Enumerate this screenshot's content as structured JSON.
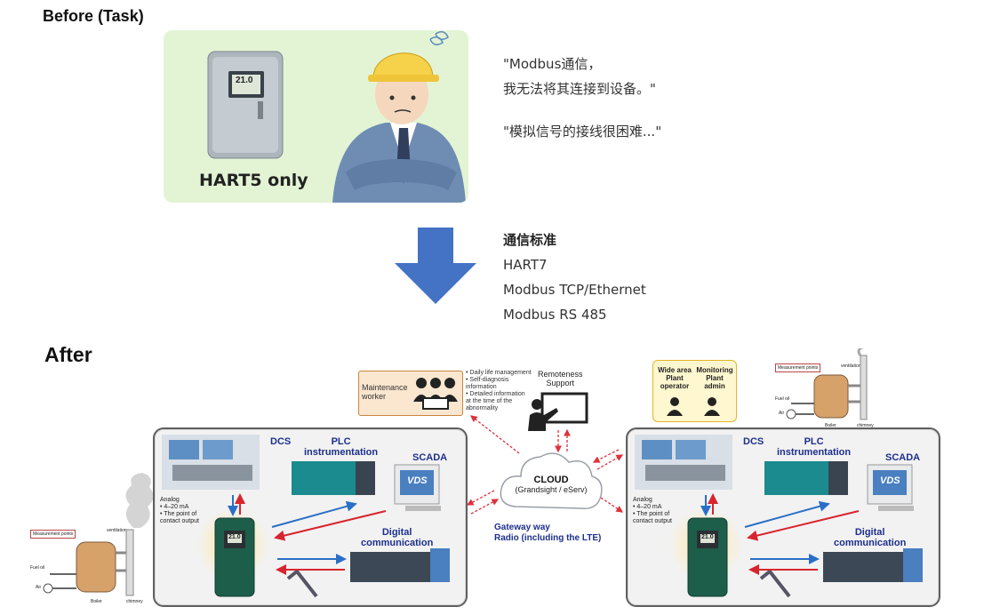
{
  "before": {
    "title": "Before (Task)",
    "device_label": "HART5 only",
    "device_reading": "21.0",
    "quote_line1": "\"Modbus通信，",
    "quote_line2": "我无法将其连接到设备。\"",
    "quote2": "\"模拟信号的接线很困难...\""
  },
  "standards": {
    "heading": "通信标准",
    "items": [
      "HART7",
      "Modbus TCP/Ethernet",
      "Modbus RS 485"
    ]
  },
  "after": {
    "title": "After",
    "maintenance_label": [
      "Maintenance",
      "worker"
    ],
    "maintenance_notes": [
      "• Daily life management",
      "• Self-diagnosis",
      "  information",
      "• Detailed information",
      "  at the time of the",
      "  abnormality"
    ],
    "remote_label": [
      "Remoteness",
      "Support"
    ],
    "cloud_title": "CLOUD",
    "cloud_sub": "(Grandsight / eServ)",
    "gateway_line1": "Gateway way",
    "gateway_line2": "Radio (including the LTE)",
    "operator_labels": [
      [
        "Wide area",
        "Plant",
        "operator"
      ],
      [
        "Monitoring",
        "Plant",
        "admin"
      ]
    ],
    "panel": {
      "dcs": "DCS",
      "plc": [
        "PLC",
        "instrumentation"
      ],
      "scada": "SCADA",
      "scada_logo": "VDS",
      "analog": [
        "Analog",
        "• 4–20 mA",
        "• The point of",
        "  contact output"
      ],
      "digital": [
        "Digital",
        "communication"
      ],
      "device_reading": "21.0"
    },
    "plant": {
      "measurement_points": "Measurement points",
      "ventilation": "ventilation",
      "fuel_oil": "Fuel oil",
      "air": "Air",
      "boiler": "Boiler",
      "chimney": "chimney"
    }
  }
}
